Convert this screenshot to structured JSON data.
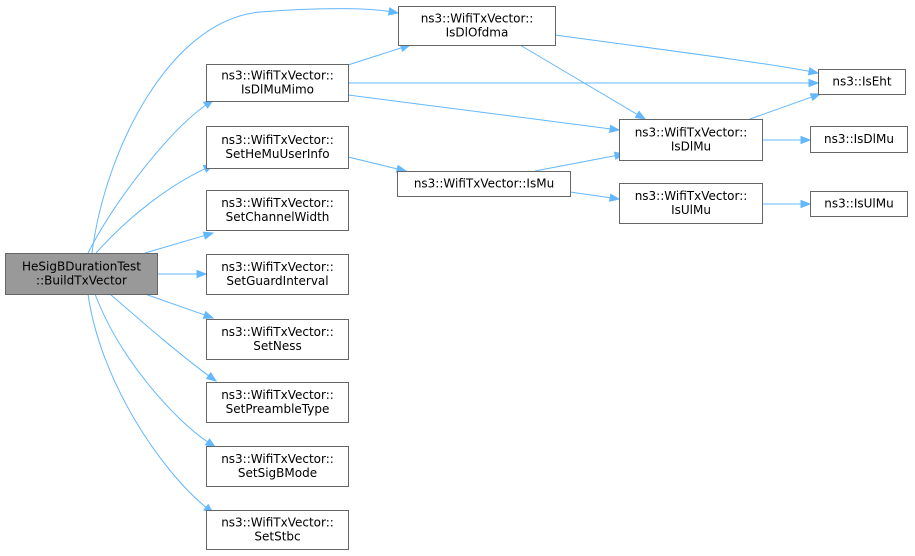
{
  "graph": {
    "nodes": [
      {
        "id": "root",
        "lines": [
          "HeSigBDurationTest",
          "::BuildTxVector"
        ],
        "root": true
      },
      {
        "id": "isdlofdma",
        "lines": [
          "ns3::WifiTxVector::",
          "IsDlOfdma"
        ]
      },
      {
        "id": "isdlmumimo",
        "lines": [
          "ns3::WifiTxVector::",
          "IsDlMuMimo"
        ]
      },
      {
        "id": "sethemuuserinfo",
        "lines": [
          "ns3::WifiTxVector::",
          "SetHeMuUserInfo"
        ]
      },
      {
        "id": "setchannelwidth",
        "lines": [
          "ns3::WifiTxVector::",
          "SetChannelWidth"
        ]
      },
      {
        "id": "setguardinterval",
        "lines": [
          "ns3::WifiTxVector::",
          "SetGuardInterval"
        ]
      },
      {
        "id": "setness",
        "lines": [
          "ns3::WifiTxVector::",
          "SetNess"
        ]
      },
      {
        "id": "setpreambletype",
        "lines": [
          "ns3::WifiTxVector::",
          "SetPreambleType"
        ]
      },
      {
        "id": "setsigbmode",
        "lines": [
          "ns3::WifiTxVector::",
          "SetSigBMode"
        ]
      },
      {
        "id": "setstbc",
        "lines": [
          "ns3::WifiTxVector::",
          "SetStbc"
        ]
      },
      {
        "id": "ismu",
        "lines": [
          "ns3::WifiTxVector::IsMu"
        ]
      },
      {
        "id": "isdlmu",
        "lines": [
          "ns3::WifiTxVector::",
          "IsDlMu"
        ]
      },
      {
        "id": "isulmu",
        "lines": [
          "ns3::WifiTxVector::",
          "IsUlMu"
        ]
      },
      {
        "id": "iseht",
        "lines": [
          "ns3::IsEht"
        ]
      },
      {
        "id": "isdlmu_free",
        "lines": [
          "ns3::IsDlMu"
        ]
      },
      {
        "id": "isulmu_free",
        "lines": [
          "ns3::IsUlMu"
        ]
      }
    ],
    "edges": [
      [
        "root",
        "isdlofdma"
      ],
      [
        "root",
        "isdlmumimo"
      ],
      [
        "root",
        "sethemuuserinfo"
      ],
      [
        "root",
        "setchannelwidth"
      ],
      [
        "root",
        "setguardinterval"
      ],
      [
        "root",
        "setness"
      ],
      [
        "root",
        "setpreambletype"
      ],
      [
        "root",
        "setsigbmode"
      ],
      [
        "root",
        "setstbc"
      ],
      [
        "isdlmumimo",
        "isdlofdma"
      ],
      [
        "isdlmumimo",
        "iseht"
      ],
      [
        "isdlmumimo",
        "isdlmu"
      ],
      [
        "isdlofdma",
        "iseht"
      ],
      [
        "isdlofdma",
        "isdlmu"
      ],
      [
        "sethemuuserinfo",
        "ismu"
      ],
      [
        "ismu",
        "isdlmu"
      ],
      [
        "ismu",
        "isulmu"
      ],
      [
        "isdlmu",
        "iseht"
      ],
      [
        "isdlmu",
        "isdlmu_free"
      ],
      [
        "isulmu",
        "isulmu_free"
      ]
    ],
    "colors": {
      "edge": "#63b8ff",
      "node_border": "#666666",
      "node_fill": "#ffffff",
      "root_fill": "#999999",
      "text": "#000000"
    }
  }
}
